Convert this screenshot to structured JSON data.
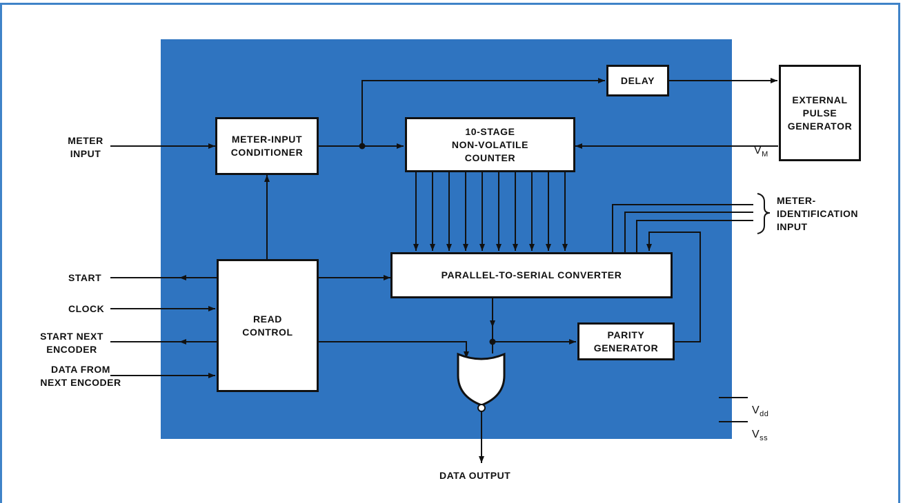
{
  "colors": {
    "panel": "#2f74c0",
    "frame": "#3f83c8",
    "line": "#111111"
  },
  "blocks": {
    "delay": "DELAY",
    "external_pulse_generator": "EXTERNAL\nPULSE\nGENERATOR",
    "meter_input_conditioner": "METER-INPUT\nCONDITIONER",
    "counter": "10-STAGE\nNON-VOLATILE\nCOUNTER",
    "converter": "PARALLEL-TO-SERIAL CONVERTER",
    "read_control": "READ\nCONTROL",
    "parity_generator": "PARITY\nGENERATOR"
  },
  "signals": {
    "meter_input": "METER\nINPUT",
    "start": "START",
    "clock": "CLOCK",
    "start_next_encoder": "START NEXT\nENCODER",
    "data_from_next_encoder": "DATA FROM\nNEXT ENCODER",
    "meter_identification_input": "METER-\nIDENTIFICATION\nINPUT",
    "data_output": "DATA OUTPUT",
    "vm_base": "V",
    "vm_sub": "M",
    "vdd_base": "V",
    "vdd_sub": "dd",
    "vss_base": "V",
    "vss_sub": "ss"
  }
}
